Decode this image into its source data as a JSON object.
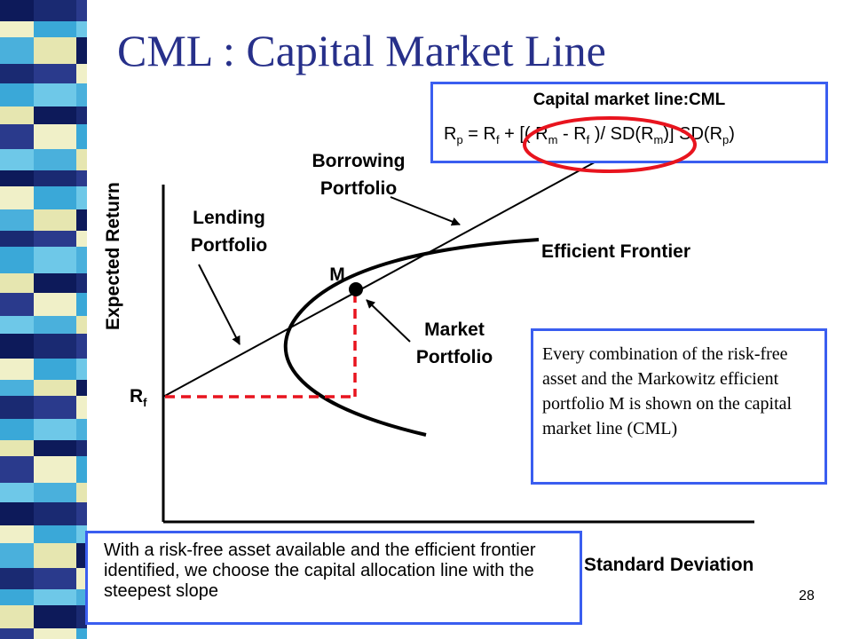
{
  "title": "CML : Capital Market Line",
  "page_number": "28",
  "formula_box": {
    "title": "Capital market line:CML",
    "formula": {
      "Rp": "R",
      "Rp_sub": "p",
      "eq": " = ",
      "Rf": "R",
      "Rf_sub": "f",
      "plus": " + [( ",
      "Rm": "R",
      "Rm_sub": "m",
      "minus": " - ",
      "Rf2": "R",
      "Rf2_sub": "f",
      "div": " )/ SD(",
      "Rm2": "R",
      "Rm2_sub": "m",
      "close": ")] SD(",
      "Rp2": "R",
      "Rp2_sub": "p",
      "end": ")"
    }
  },
  "diagram": {
    "y_axis_label": "Expected Return",
    "x_axis_label": "Standard Deviation",
    "rf_label": "R",
    "rf_sub": "f",
    "m_label": "M",
    "lending_portfolio": [
      "Lending",
      "Portfolio"
    ],
    "borrowing_portfolio": [
      "Borrowing",
      "Portfolio"
    ],
    "market_portfolio": [
      "Market",
      "Portfolio"
    ],
    "efficient_frontier": "Efficient Frontier"
  },
  "note_box": "Every combination of the risk-free asset and the Markowitz efficient portfolio M is shown on the capital market line (CML)",
  "bottom_box": "With a risk-free asset available and the efficient frontier identified, we choose the capital allocation line with the steepest slope",
  "colors": {
    "title": "#27308a",
    "box_border": "#3a5ef0",
    "highlight_circle": "#e8141e",
    "dashed_lines": "#e8141e",
    "stripe_palette": [
      "#1a2a72",
      "#3aa8d8",
      "#e6e6b0",
      "#2a3a8c",
      "#6ec8e8",
      "#0d1a5a",
      "#f0f0c8",
      "#4ab0dc"
    ]
  }
}
